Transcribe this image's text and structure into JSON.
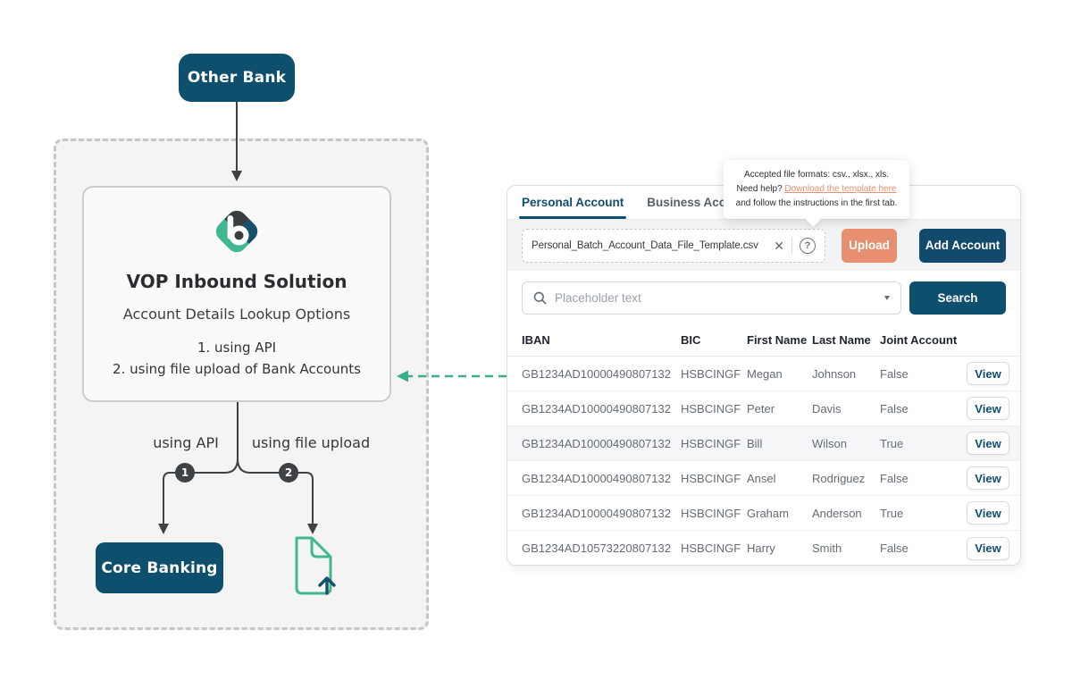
{
  "accent_colors": {
    "navy": "#0e4f6e",
    "salmon": "#e78f6f",
    "teal": "#3fb791",
    "charcoal": "#3e4245"
  },
  "diagram": {
    "other_bank_label": "Other Bank",
    "card": {
      "title": "VOP Inbound Solution",
      "subtitle": "Account Details Lookup Options",
      "option_1": "1. using API",
      "option_2": "2. using file upload of Bank Accounts"
    },
    "branch_1": {
      "label": "using API",
      "badge": "1"
    },
    "branch_2": {
      "label": "using file upload",
      "badge": "2"
    },
    "core_banking_label": "Core Banking"
  },
  "panel": {
    "tabs": [
      {
        "label": "Personal Account",
        "active": true
      },
      {
        "label": "Business Account",
        "active": false
      }
    ],
    "tooltip": {
      "text_before": "Accepted file formats: csv., xlsx., xls. Need help? ",
      "link_text": "Download the template here",
      "text_after": " and follow the instructions in the first tab."
    },
    "upload": {
      "file_name": "Personal_Batch_Account_Data_File_Template.csv",
      "upload_label": "Upload",
      "add_account_label": "Add Account"
    },
    "search": {
      "placeholder": "Placeholder text",
      "button_label": "Search"
    },
    "table": {
      "columns": [
        "IBAN",
        "BIC",
        "First Name",
        "Last Name",
        "Joint Account"
      ],
      "action_label": "View",
      "rows": [
        {
          "iban": "GB1234AD10000490807132",
          "bic": "HSBCINGF",
          "first_name": "Megan",
          "last_name": "Johnson",
          "joint": "False",
          "highlighted": false
        },
        {
          "iban": "GB1234AD10000490807132",
          "bic": "HSBCINGF",
          "first_name": "Peter",
          "last_name": "Davis",
          "joint": "False",
          "highlighted": false
        },
        {
          "iban": "GB1234AD10000490807132",
          "bic": "HSBCINGF",
          "first_name": "Bill",
          "last_name": "Wilson",
          "joint": "True",
          "highlighted": true
        },
        {
          "iban": "GB1234AD10000490807132",
          "bic": "HSBCINGF",
          "first_name": "Ansel",
          "last_name": "Rodriguez",
          "joint": "False",
          "highlighted": false
        },
        {
          "iban": "GB1234AD10000490807132",
          "bic": "HSBCINGF",
          "first_name": "Graham",
          "last_name": "Anderson",
          "joint": "True",
          "highlighted": false
        },
        {
          "iban": "GB1234AD10573220807132",
          "bic": "HSBCINGF",
          "first_name": "Harry",
          "last_name": "Smith",
          "joint": "False",
          "highlighted": false
        }
      ]
    }
  }
}
